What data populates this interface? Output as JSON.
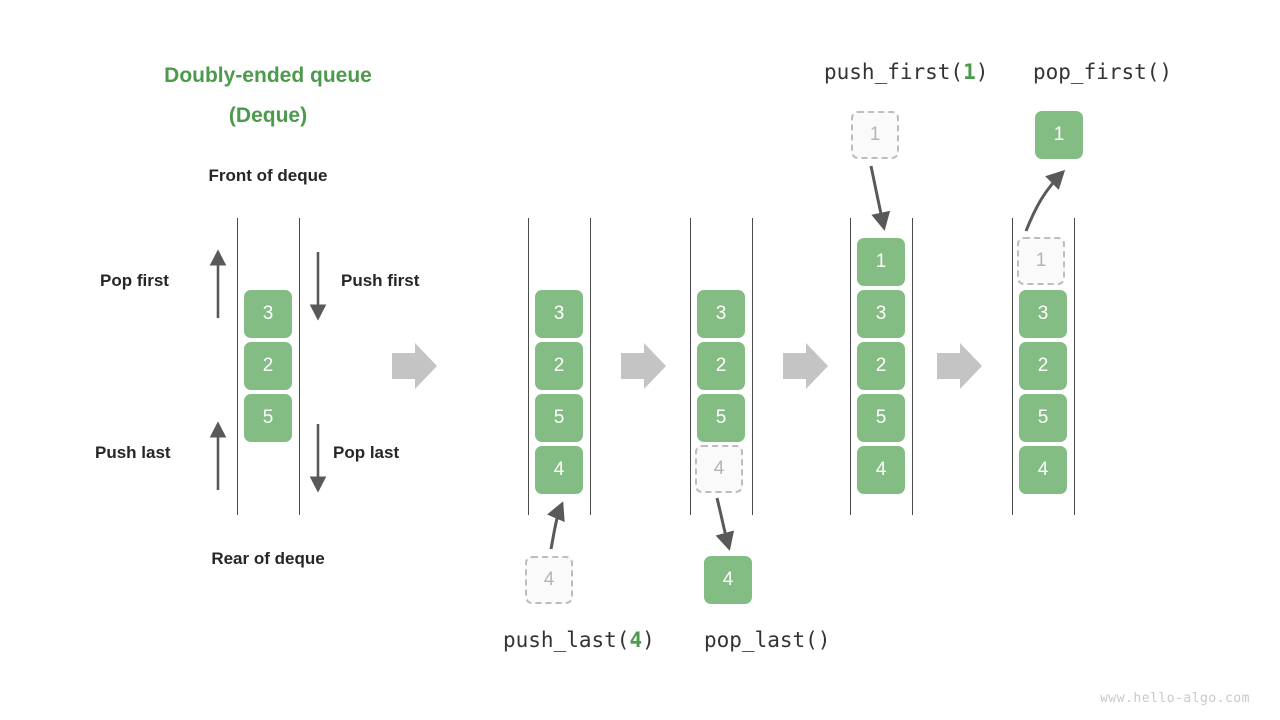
{
  "title": {
    "line1": "Doubly-ended queue",
    "line2": "(Deque)"
  },
  "labels": {
    "front": "Front of deque",
    "rear": "Rear of deque",
    "pop_first": "Pop first",
    "push_first": "Push first",
    "push_last": "Push last",
    "pop_last": "Pop last"
  },
  "operations": {
    "push_first": {
      "name": "push_first(",
      "arg": "1",
      "close": ")"
    },
    "pop_first": {
      "name": "pop_first()"
    },
    "push_last": {
      "name": "push_last(",
      "arg": "4",
      "close": ")"
    },
    "pop_last": {
      "name": "pop_last()"
    }
  },
  "colors": {
    "accent_green": "#4c9a4c",
    "box_green": "#84bd84",
    "ghost_border": "#bdbdbd",
    "ghost_fill": "#fafafa",
    "ghost_text": "#b5b5b5",
    "arrow_gray": "#595959",
    "block_arrow_gray": "#c4c4c4",
    "rail_gray": "#4a4a4a",
    "text_dark": "#262626"
  },
  "panels": [
    {
      "id": "legend",
      "items": [
        "3",
        "2",
        "5"
      ]
    },
    {
      "id": "push-last",
      "items": [
        "3",
        "2",
        "5",
        "4"
      ],
      "external": "4"
    },
    {
      "id": "pop-last",
      "items": [
        "3",
        "2",
        "5"
      ],
      "ghost": "4",
      "external": "4"
    },
    {
      "id": "push-first",
      "items": [
        "1",
        "3",
        "2",
        "5",
        "4"
      ],
      "external": "1"
    },
    {
      "id": "pop-first",
      "items": [
        "3",
        "2",
        "5",
        "4"
      ],
      "ghost": "1",
      "external": "1"
    }
  ],
  "watermark": "www.hello-algo.com"
}
